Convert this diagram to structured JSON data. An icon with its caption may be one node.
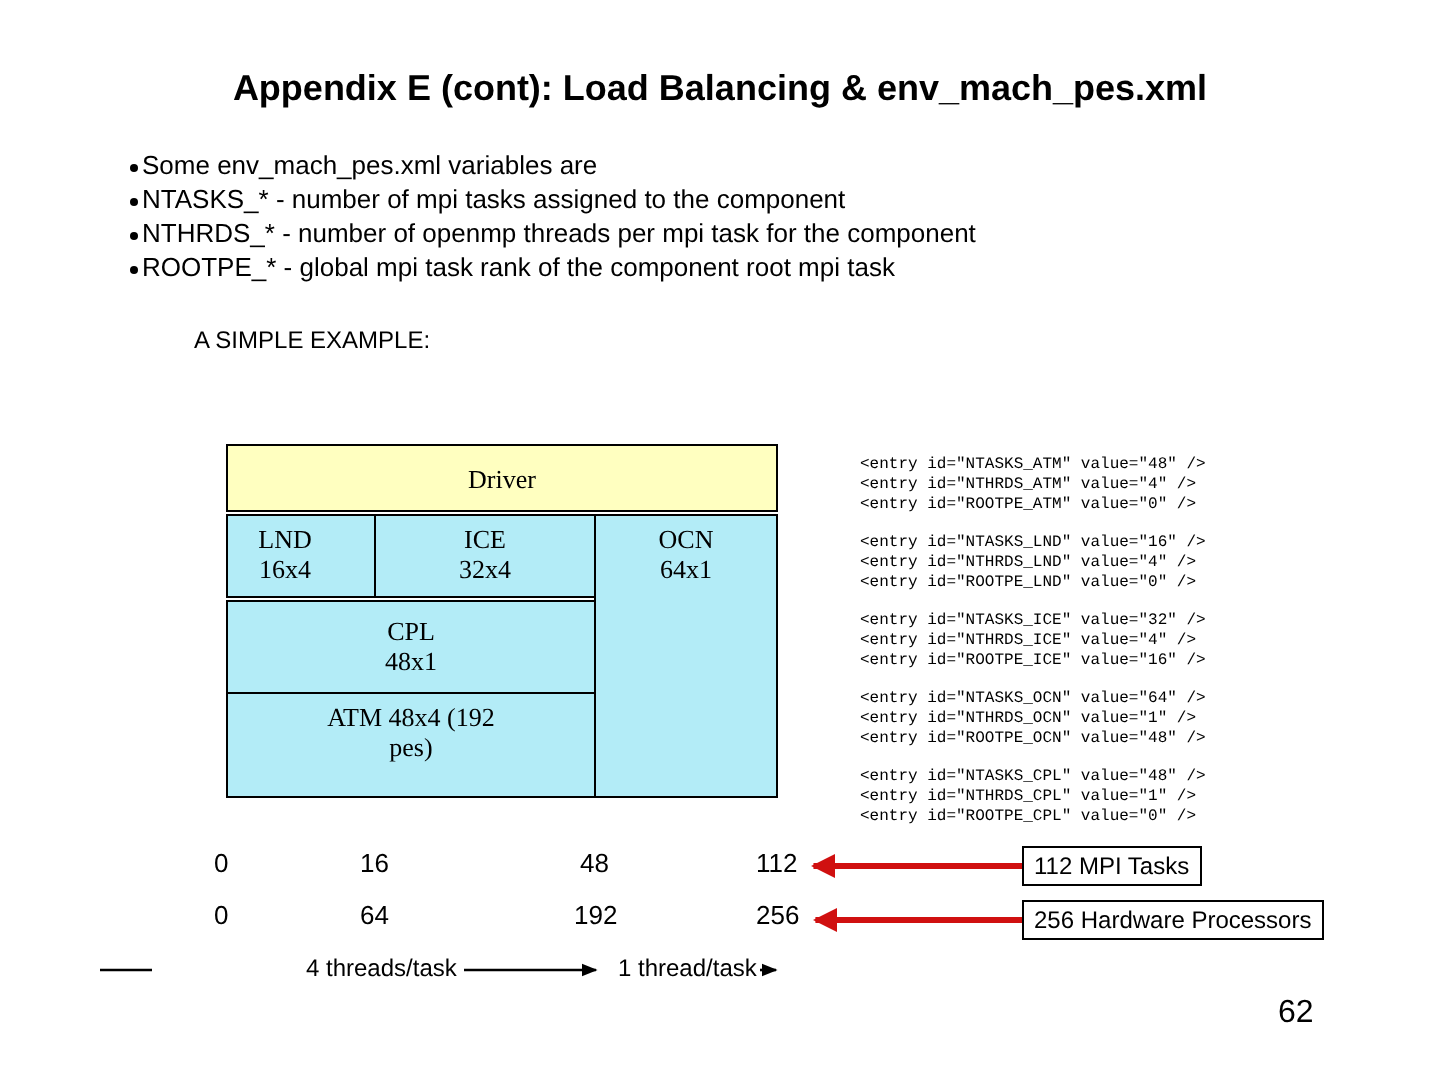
{
  "diagram": {
    "title": "Appendix E (cont): Load Balancing & env_mach_pes.xml",
    "nodes": [
      {
        "text": [
          "Driver"
        ]
      },
      {
        "text": [
          "LND 16x4"
        ]
      },
      {
        "text": [
          "ICE 32x4"
        ]
      },
      {
        "text": [
          "OCN 64x1"
        ]
      },
      {
        "text": [
          "CPL 48x1"
        ]
      },
      {
        "text": [
          "ATM 48x4 (192 pes)"
        ]
      },
      {
        "text": [
          "112"
        ]
      },
      {
        "text": [
          "256"
        ]
      },
      {
        "text": [
          "112 MPI Tasks"
        ]
      },
      {
        "text": [
          "256 Hardware Processors"
        ]
      }
    ],
    "edges": [
      {
        "from": 8,
        "to": 6,
        "arrow": "to"
      },
      {
        "from": 9,
        "to": 7,
        "arrow": "to"
      }
    ],
    "labels": [
      "Some env_mach_pes.xml variables are",
      "NTASKS_* - number of mpi tasks assigned to the component",
      "NTHRDS_* - number of openmp threads per mpi task for the component",
      "ROOTPE_* - global mpi task rank of the component root mpi task",
      "A SIMPLE EXAMPLE:",
      "<entry id=\"NTASKS_ATM\" value=\"48\" />",
      "<entry id=\"NTHRDS_ATM\" value=\"4\" />",
      "<entry id=\"ROOTPE_ATM\" value=\"0\" />",
      "<entry id=\"NTASKS_LND\" value=\"16\" />",
      "<entry id=\"NTHRDS_LND\" value=\"4\" />",
      "<entry id=\"ROOTPE_LND\" value=\"0\" />",
      "<entry id=\"NTASKS_ICE\" value=\"32\" />",
      "<entry id=\"NTHRDS_ICE\" value=\"4\" />",
      "<entry id=\"ROOTPE_ICE\" value=\"16\" />",
      "<entry id=\"NTASKS_OCN\" value=\"64\" />",
      "<entry id=\"NTHRDS_OCN\" value=\"1\" />",
      "<entry id=\"ROOTPE_OCN\" value=\"48\" />",
      "<entry id=\"NTASKS_CPL\" value=\"48\" />",
      "<entry id=\"NTHRDS_CPL\" value=\"1\" />",
      "<entry id=\"ROOTPE_CPL\" value=\"0\" />",
      "0",
      "16",
      "48",
      "0",
      "64",
      "192",
      "4 threads/task",
      "1 thread/task",
      "62"
    ]
  }
}
